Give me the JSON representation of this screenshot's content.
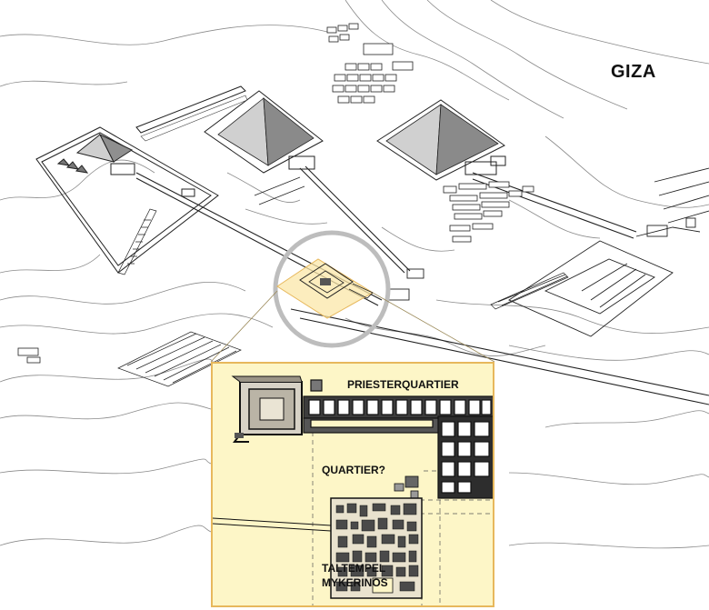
{
  "map": {
    "title": "GIZA",
    "inset": {
      "label_priest": "PRIESTERQUARTIER",
      "label_quartier": "QUARTIER?",
      "label_temple_line1": "TALTEMPEL",
      "label_temple_line2": "MYKERINOS"
    }
  },
  "colors": {
    "line": "#222222",
    "contour": "#777777",
    "highlight_fill": "#fbe7a8",
    "highlight_border": "#e7b85c",
    "inset_bg": "#fdf6c7",
    "circle": "#bdbdbd"
  }
}
